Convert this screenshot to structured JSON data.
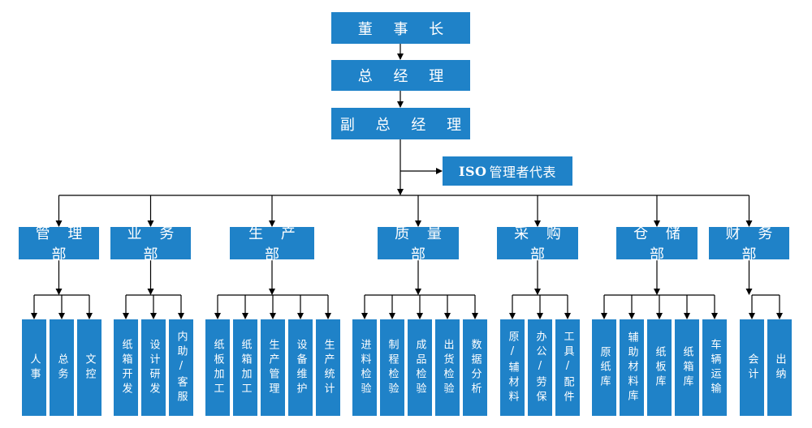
{
  "chairman": "董 事 长",
  "general_manager": "总 经 理",
  "deputy_general_manager": "副 总 经 理",
  "iso_rep": {
    "prefix": "ISO",
    "label": "管理者代表"
  },
  "departments": [
    {
      "name": "管 理 部",
      "units": [
        [
          "人事"
        ],
        [
          "总务"
        ],
        [
          "文控"
        ]
      ]
    },
    {
      "name": "业 务 部",
      "units": [
        [
          "纸箱开发"
        ],
        [
          "设计研发"
        ],
        [
          "内助/客服"
        ]
      ]
    },
    {
      "name": "生 产 部",
      "units": [
        [
          "纸板加工"
        ],
        [
          "纸箱加工"
        ],
        [
          "生产管理"
        ],
        [
          "设备维护"
        ],
        [
          "生产统计"
        ]
      ]
    },
    {
      "name": "质 量 部",
      "units": [
        [
          "进料检验"
        ],
        [
          "制程检验"
        ],
        [
          "成品检验"
        ],
        [
          "出货检验"
        ],
        [
          "数据分析"
        ]
      ]
    },
    {
      "name": "采 购 部",
      "units": [
        [
          "原/辅材料"
        ],
        [
          "办公/劳保"
        ],
        [
          "工具/配件"
        ]
      ]
    },
    {
      "name": "仓 储 部",
      "units": [
        [
          "原纸库"
        ],
        [
          "辅助材料库"
        ],
        [
          "纸板库"
        ],
        [
          "纸箱库"
        ],
        [
          "车辆运输"
        ]
      ]
    },
    {
      "name": "财 务 部",
      "units": [
        [
          "会计"
        ],
        [
          "出纳"
        ]
      ]
    }
  ],
  "colors": {
    "box": "#1f82c8",
    "box_text": "#ffffff",
    "line": "#000000"
  }
}
